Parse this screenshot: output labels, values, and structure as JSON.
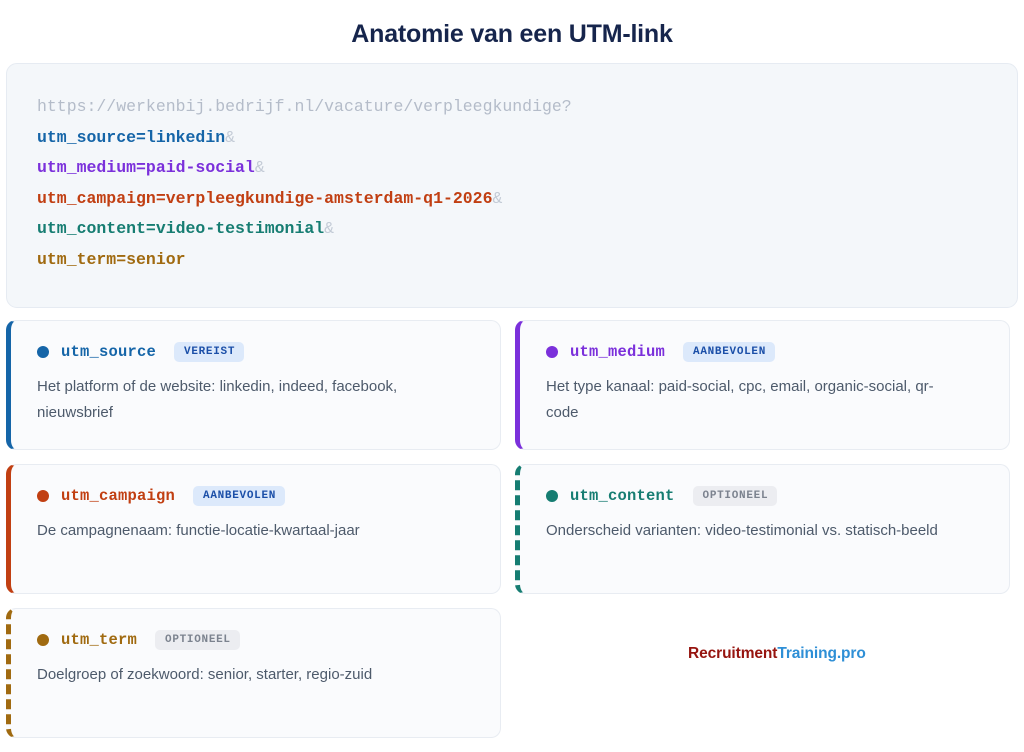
{
  "page": {
    "title": "Anatomie van een UTM-link"
  },
  "url_block": {
    "base": "https://werkenbij.bedrijf.nl/vacature/verpleegkundige?",
    "separator": "&",
    "segments": [
      {
        "text": "utm_source=linkedin",
        "color": "#1565a8",
        "trailing": "&"
      },
      {
        "text": "utm_medium=paid-social",
        "color": "#7b30db",
        "trailing": "&"
      },
      {
        "text": "utm_campaign=verpleegkundige-amsterdam-q1-2026",
        "color": "#c13f12",
        "trailing": "&"
      },
      {
        "text": "utm_content=video-testimonial",
        "color": "#167d72",
        "trailing": "&"
      },
      {
        "text": "utm_term=senior",
        "color": "#a06a10",
        "trailing": ""
      }
    ]
  },
  "cards": [
    {
      "param": "utm_source",
      "badge": "VEREIST",
      "badge_style": "blue",
      "border_style": "solid",
      "color": "#1565a8",
      "description": "Het platform of de website: linkedin, indeed, facebook, nieuwsbrief"
    },
    {
      "param": "utm_medium",
      "badge": "AANBEVOLEN",
      "badge_style": "blue",
      "border_style": "solid",
      "color": "#7b30db",
      "description": "Het type kanaal: paid-social, cpc, email, organic-social, qr-code"
    },
    {
      "param": "utm_campaign",
      "badge": "AANBEVOLEN",
      "badge_style": "blue",
      "border_style": "solid",
      "color": "#c13f12",
      "description": "De campagnenaam: functie-locatie-kwartaal-jaar"
    },
    {
      "param": "utm_content",
      "badge": "OPTIONEEL",
      "badge_style": "gray",
      "border_style": "dashed",
      "color": "#167d72",
      "description": "Onderscheid varianten: video-testimonial vs. statisch-beeld"
    },
    {
      "param": "utm_term",
      "badge": "OPTIONEEL",
      "badge_style": "gray",
      "border_style": "dashed",
      "color": "#a06a10",
      "description": "Doelgroep of zoekwoord: senior, starter, regio-zuid"
    }
  ],
  "logo": {
    "part_a": "Recruitment",
    "part_b": "Training.pro",
    "color_a": "#96140f",
    "color_b": "#2e8fd6"
  }
}
